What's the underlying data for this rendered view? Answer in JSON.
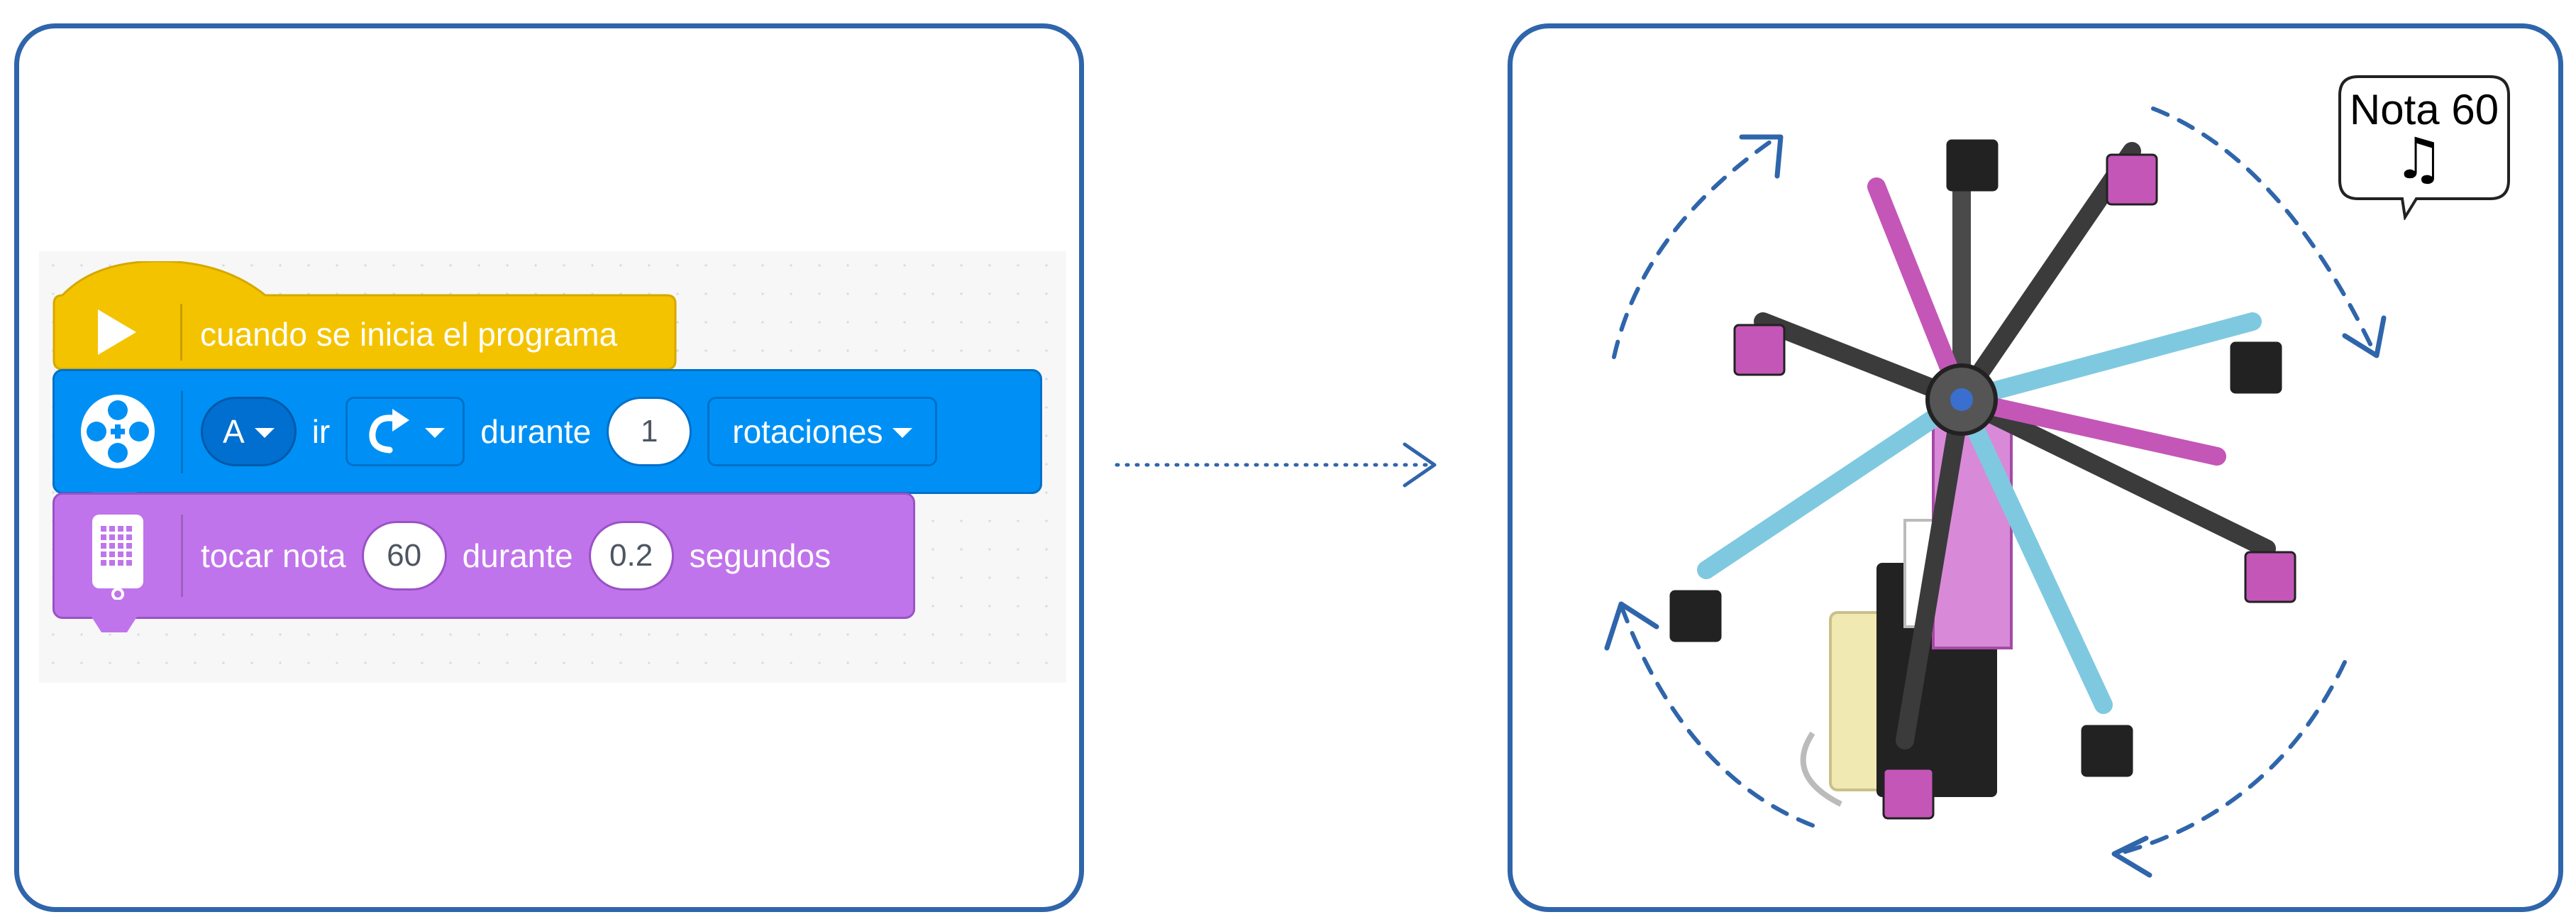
{
  "blocks": {
    "event": {
      "label": "cuando se inicia el programa",
      "icon": "play-icon",
      "color": "#f4c300"
    },
    "motor": {
      "port": "A",
      "word_ir": "ir",
      "direction_icon": "clockwise-arrow-icon",
      "word_durante": "durante",
      "amount": "1",
      "unit": "rotaciones",
      "icon": "motor-icon",
      "color": "#0090f5"
    },
    "sound": {
      "label_play": "tocar nota",
      "note": "60",
      "word_durante": "durante",
      "duration": "0.2",
      "word_segundos": "segundos",
      "icon": "hub-icon",
      "color": "#c074eb"
    }
  },
  "speech_bubble": {
    "text": "Nota 60",
    "icon": "music-note-icon"
  },
  "colors": {
    "panel_border": "#2f65ab",
    "arrows": "#2f65ab"
  }
}
